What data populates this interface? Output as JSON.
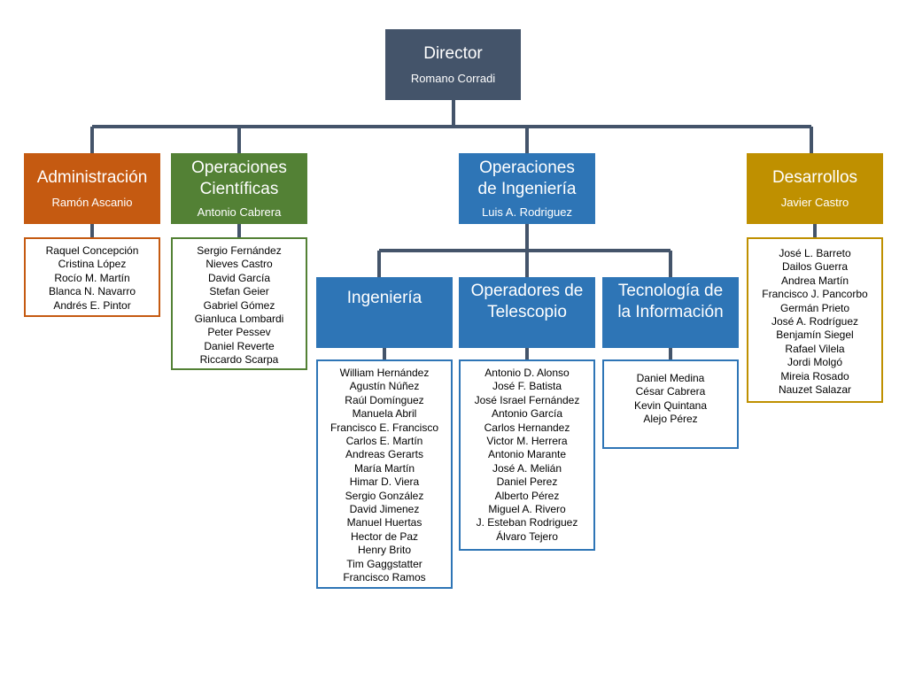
{
  "colors": {
    "director": "#44546a",
    "administracion": "#c55a11",
    "cientificas": "#538135",
    "ingenieria_blue": "#2e75b6",
    "desarrollos": "#bf9000",
    "connector": "#44546a"
  },
  "director": {
    "title": "Director",
    "name": "Romano Corradi"
  },
  "administracion": {
    "title": "Administración",
    "head": "Ramón Ascanio",
    "members": [
      "Raquel Concepción",
      "Cristina López",
      "Rocío M. Martín",
      "Blanca N. Navarro",
      "Andrés E. Pintor"
    ]
  },
  "cientificas": {
    "title_line1": "Operaciones",
    "title_line2": "Científicas",
    "head": "Antonio Cabrera",
    "members": [
      "Sergio Fernández",
      "Nieves Castro",
      "David García",
      "Stefan Geier",
      "Gabriel Gómez",
      "Gianluca Lombardi",
      "Peter Pessev",
      "Daniel Reverte",
      "Riccardo Scarpa"
    ]
  },
  "ingenieria_ops": {
    "title_line1": "Operaciones",
    "title_line2": "de Ingeniería",
    "head": "Luis A. Rodriguez"
  },
  "desarrollos": {
    "title": "Desarrollos",
    "head": "Javier Castro",
    "members": [
      "José L. Barreto",
      "Dailos Guerra",
      "Andrea Martín",
      "Francisco J. Pancorbo",
      "Germán Prieto",
      "José A. Rodríguez",
      "Benjamín Siegel",
      "Rafael Vilela",
      "Jordi Molgó",
      "Mireia Rosado",
      "Nauzet Salazar"
    ]
  },
  "ingenieria": {
    "title": "Ingeniería",
    "members": [
      "William Hernández",
      "Agustín Núñez",
      "Raúl Domínguez",
      "Manuela Abril",
      "Francisco E. Francisco",
      "Carlos E. Martín",
      "Andreas Gerarts",
      "María Martín",
      "Himar D. Viera",
      "Sergio González",
      "David Jimenez",
      "Manuel Huertas",
      "Hector de Paz",
      "Henry Brito",
      "Tim Gaggstatter",
      "Francisco Ramos"
    ]
  },
  "telescopio": {
    "title_line1": "Operadores de",
    "title_line2": "Telescopio",
    "members": [
      "Antonio D. Alonso",
      "José F. Batista",
      "José Israel Fernández",
      "Antonio García",
      "Carlos Hernandez",
      "Victor M. Herrera",
      "Antonio Marante",
      "José A. Melián",
      "Daniel Perez",
      "Alberto Pérez",
      "Miguel A. Rivero",
      "J. Esteban Rodriguez",
      "Álvaro Tejero"
    ]
  },
  "tecnologia": {
    "title_line1": "Tecnología de",
    "title_line2": "la Información",
    "members": [
      "Daniel Medina",
      "César Cabrera",
      "Kevin Quintana",
      "Alejo Pérez"
    ]
  }
}
